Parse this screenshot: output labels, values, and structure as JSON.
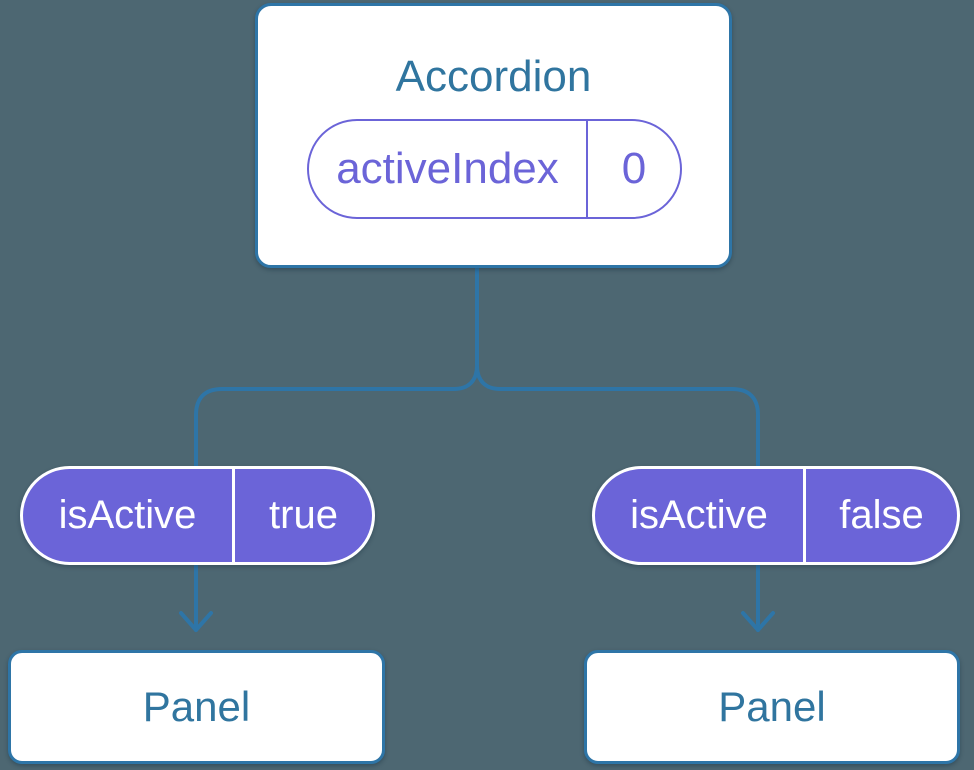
{
  "colors": {
    "background": "#4D6772",
    "connector_blue": "#2E75A7",
    "heading_blue": "#30759F",
    "pill_purple": "#6B64D8",
    "card_white": "#FFFFFF"
  },
  "tree": {
    "root": {
      "title": "Accordion",
      "prop_name": "activeIndex",
      "prop_value": "0"
    },
    "branches": [
      {
        "prop_name": "isActive",
        "prop_value": "true",
        "child_label": "Panel"
      },
      {
        "prop_name": "isActive",
        "prop_value": "false",
        "child_label": "Panel"
      }
    ]
  }
}
